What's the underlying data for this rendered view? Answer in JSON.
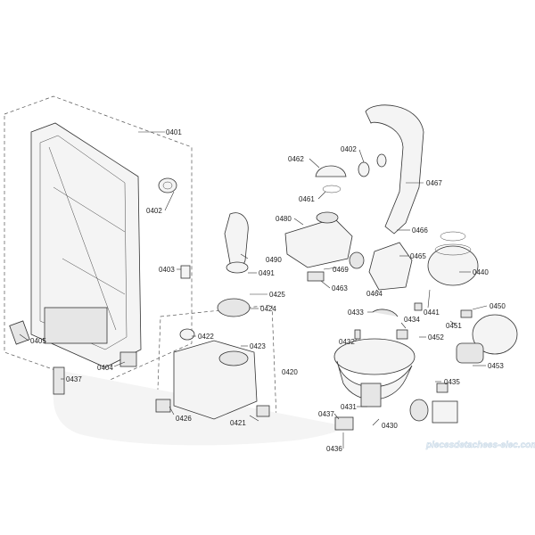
{
  "diagram": {
    "labels": [
      {
        "id": "lbl-0401",
        "text": "0401"
      },
      {
        "id": "lbl-0402a",
        "text": "0402"
      },
      {
        "id": "lbl-0403",
        "text": "0403"
      },
      {
        "id": "lbl-0405",
        "text": "0405"
      },
      {
        "id": "lbl-0404",
        "text": "0404"
      },
      {
        "id": "lbl-0437a",
        "text": "0437"
      },
      {
        "id": "lbl-0490",
        "text": "0490"
      },
      {
        "id": "lbl-0491",
        "text": "0491"
      },
      {
        "id": "lbl-0425",
        "text": "0425"
      },
      {
        "id": "lbl-0424",
        "text": "0424"
      },
      {
        "id": "lbl-0422",
        "text": "0422"
      },
      {
        "id": "lbl-0423",
        "text": "0423"
      },
      {
        "id": "lbl-0420",
        "text": "0420"
      },
      {
        "id": "lbl-0426",
        "text": "0426"
      },
      {
        "id": "lbl-0421",
        "text": "0421"
      },
      {
        "id": "lbl-0462",
        "text": "0462"
      },
      {
        "id": "lbl-0461",
        "text": "0461"
      },
      {
        "id": "lbl-0402b",
        "text": "0402"
      },
      {
        "id": "lbl-0467",
        "text": "0467"
      },
      {
        "id": "lbl-0480",
        "text": "0480"
      },
      {
        "id": "lbl-0466",
        "text": "0466"
      },
      {
        "id": "lbl-0469",
        "text": "0469"
      },
      {
        "id": "lbl-0465",
        "text": "0465"
      },
      {
        "id": "lbl-0463",
        "text": "0463"
      },
      {
        "id": "lbl-0464",
        "text": "0464"
      },
      {
        "id": "lbl-0440",
        "text": "0440"
      },
      {
        "id": "lbl-0441",
        "text": "0441"
      },
      {
        "id": "lbl-0450",
        "text": "0450"
      },
      {
        "id": "lbl-0433",
        "text": "0433"
      },
      {
        "id": "lbl-0434",
        "text": "0434"
      },
      {
        "id": "lbl-0451",
        "text": "0451"
      },
      {
        "id": "lbl-0432",
        "text": "0432"
      },
      {
        "id": "lbl-0452",
        "text": "0452"
      },
      {
        "id": "lbl-0453",
        "text": "0453"
      },
      {
        "id": "lbl-0435",
        "text": "0435"
      },
      {
        "id": "lbl-0431",
        "text": "0431"
      },
      {
        "id": "lbl-0437b",
        "text": "0437"
      },
      {
        "id": "lbl-0430",
        "text": "0430"
      },
      {
        "id": "lbl-0436",
        "text": "0436"
      }
    ],
    "watermark": "piecesdetachees-elec.com"
  }
}
